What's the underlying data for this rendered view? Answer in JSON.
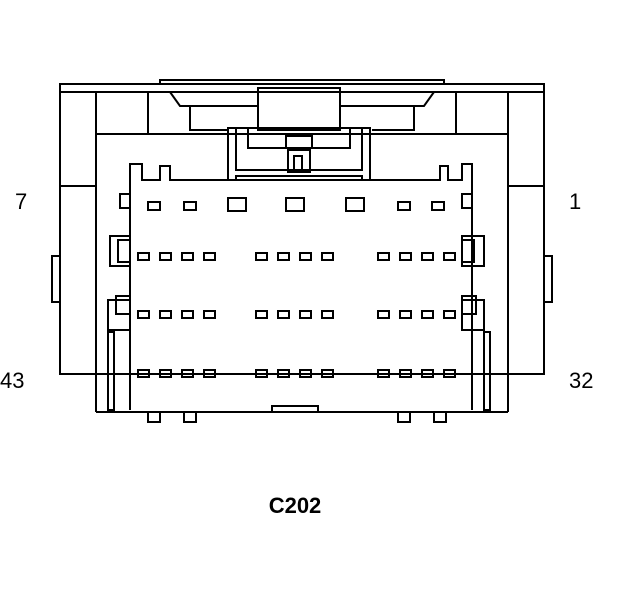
{
  "pin_labels": {
    "top_left": "7",
    "top_right": "1",
    "bottom_left": "43",
    "bottom_right": "32"
  },
  "connector": {
    "name": "C202"
  },
  "colors": {
    "stroke": "#000000",
    "background": "#ffffff"
  }
}
